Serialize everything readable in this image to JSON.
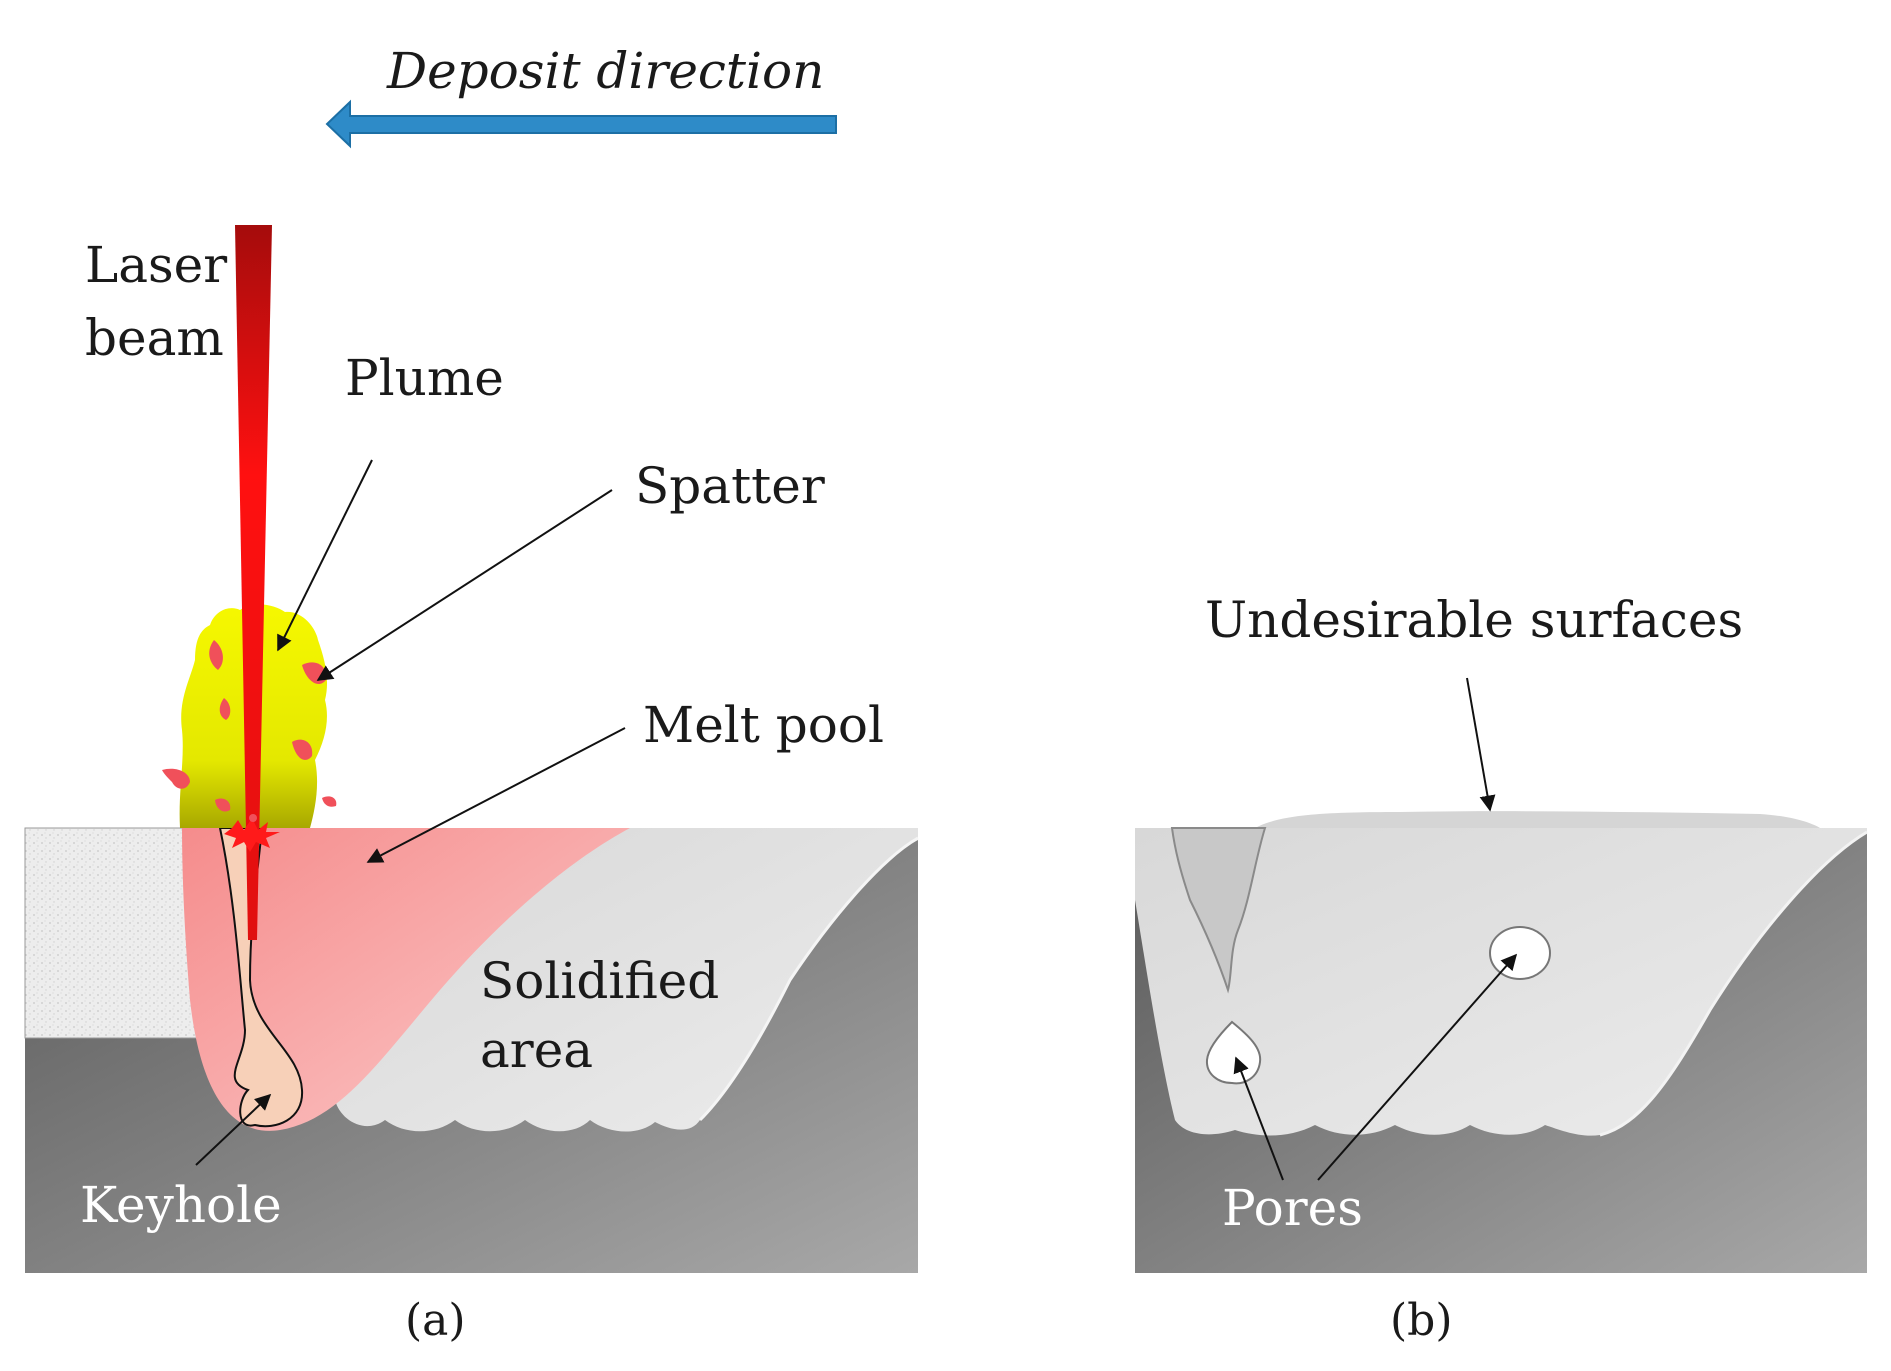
{
  "direction": {
    "label": "Deposit direction",
    "arrow_color": "#2E8BC8"
  },
  "panel_a": {
    "caption": "(a)",
    "labels": {
      "laser_beam_line1": "Laser",
      "laser_beam_line2": "beam",
      "plume": "Plume",
      "spatter": "Spatter",
      "melt_pool": "Melt pool",
      "solidified_line1": "Solidified",
      "solidified_line2": "area",
      "keyhole": "Keyhole"
    }
  },
  "panel_b": {
    "caption": "(b)",
    "labels": {
      "undesirable": "Undesirable surfaces",
      "pores": "Pores"
    }
  },
  "colors": {
    "laser": "#E0140E",
    "plume": "#EEF000",
    "spatter": "#F0505A",
    "melt_pool": "#F7A3A3",
    "substrate_dark": "#7A7A7A",
    "solidified": "#E2E2E2",
    "powder": "#EDEDED"
  }
}
